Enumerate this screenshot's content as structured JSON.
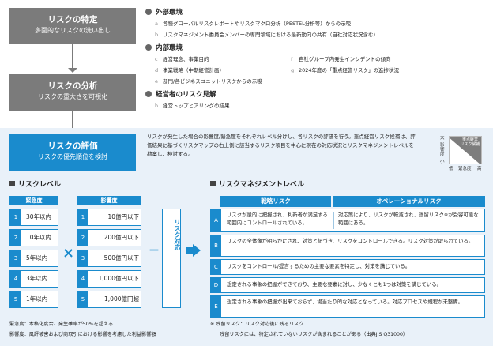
{
  "steps": [
    {
      "title": "リスクの特定",
      "subtitle": "多面的なリスクの洗い出し"
    },
    {
      "title": "リスクの分析",
      "subtitle": "リスクの重大さを可視化"
    }
  ],
  "external": {
    "heading": "外部環境",
    "items": [
      {
        "letter": "a",
        "text": "各種グローバルリスクレポートやリスクマクロ分析（PESTEL分析等）からの示唆"
      },
      {
        "letter": "b",
        "text": "リスクマネジメント委員会メンバーの専門領域における最新動向の共有（自社対応状況含む）"
      }
    ]
  },
  "internal": {
    "heading": "内部環境",
    "items": [
      {
        "letter": "c",
        "text": "経営理念、事業目的"
      },
      {
        "letter": "f",
        "text": "自社グループ内発生インシデントの傾向"
      },
      {
        "letter": "d",
        "text": "事業戦略（中期経営計画）"
      },
      {
        "letter": "g",
        "text": "2024年度の「重点経営リスク」の進捗状況"
      },
      {
        "letter": "e",
        "text": "部門/各ビジネスユニットリスクからの示唆"
      }
    ]
  },
  "executive": {
    "heading": "経営者のリスク見解",
    "items": [
      {
        "letter": "h",
        "text": "経営トップヒアリングの結果"
      }
    ]
  },
  "evaluation": {
    "title": "リスクの評価",
    "subtitle": "リスクの優先順位を検討",
    "desc": "リスクが発生した場合の影響度/緊急度をそれぞれレベル分けし、各リスクの評価を行う。重点経営リスク候補は、評価結果に基づくリスクマップの右上側に該当するリスク項目を中心に現在の対応状況とリスクマネジメントレベルを勘案し、検討する。"
  },
  "mini_matrix": {
    "candidate_label_1": "重点経営",
    "candidate_label_2": "リスク候補",
    "y_high": "大",
    "y_label": "影響度",
    "y_low": "小",
    "x_low": "低",
    "x_label": "緊急度",
    "x_high": "高"
  },
  "risk_level": {
    "title": "リスクレベル",
    "urgency_head": "緊急度",
    "impact_head": "影響度",
    "rows": [
      {
        "num": "1",
        "urgency": "30年以内",
        "impact": "10億円以下"
      },
      {
        "num": "2",
        "urgency": "10年以内",
        "impact": "200億円以下"
      },
      {
        "num": "3",
        "urgency": "5年以内",
        "impact": "500億円以下"
      },
      {
        "num": "4",
        "urgency": "3年以内",
        "impact": "1,000億円以下"
      },
      {
        "num": "5",
        "urgency": "1年以内",
        "impact": "1,000億円超"
      }
    ],
    "times_sign": "×",
    "minus_sign": "－",
    "response": "リスク対応",
    "notes": [
      "緊急度：本格化度合、発生確率が50%を超える",
      "影響度：風評被害および商取引における影響を考慮した利益影響額"
    ]
  },
  "mgmt_level": {
    "title": "リスクマネジメントレベル",
    "strategic_head": "戦略リスク",
    "operational_head": "オペレーショナルリスク",
    "rows": [
      {
        "letter": "A",
        "strategic": "リスクが量的に把握され、利新者が満足する範囲内にコントロールされている。",
        "operational": "対応策により、リスクが軽減され、残留リスク※が受容可能な範囲にある。"
      },
      {
        "letter": "B",
        "text": "リスクの全体像が明らかにされ、対策と紐づき、リスクをコントロールできる。リスク対策が取られている。"
      },
      {
        "letter": "C",
        "text": "リスクをコントロール/提言するための主要な要素を特定し、対策を講じている。"
      },
      {
        "letter": "D",
        "text": "想定される事象の把握ができており、主要な要素に対し、少なくとも1つは対策を講じている。"
      },
      {
        "letter": "E",
        "text": "想定される事象の把握が出来ておらず、場当たり的な対応となっている。対応プロセスや規程が未整備。"
      }
    ],
    "notes": [
      "※ 残留リスク：リスク対応後に残るリスク",
      "残留リスクには、特定されていないリスクが含まれることがある（出典JIS Q31000）"
    ]
  }
}
